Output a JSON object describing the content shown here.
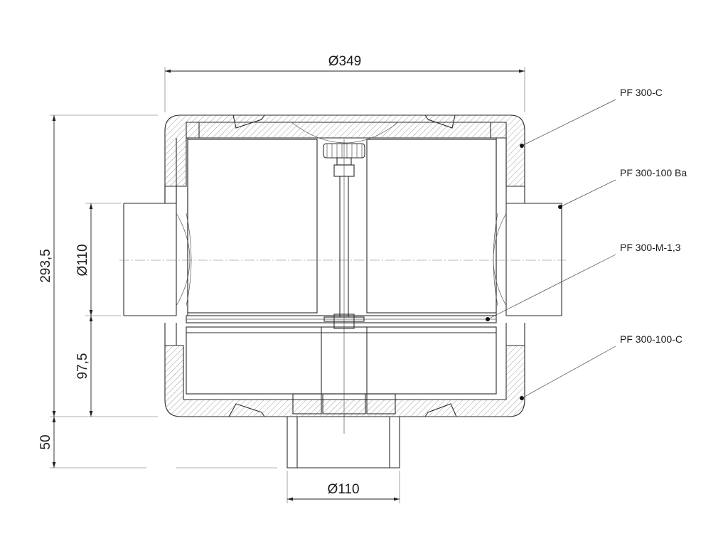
{
  "dimensions": {
    "top_diameter": "Ø349",
    "inlet_diameter": "Ø110",
    "outlet_diameter": "Ø110",
    "total_height": "293,5",
    "lower_height": "97,5",
    "outlet_height": "50"
  },
  "callouts": [
    {
      "id": "cover",
      "label": "PF 300-C"
    },
    {
      "id": "body",
      "label": "PF 300-100 Ba"
    },
    {
      "id": "mesh",
      "label": "PF 300-M-1,3"
    },
    {
      "id": "bottom",
      "label": "PF 300-100-C"
    }
  ]
}
